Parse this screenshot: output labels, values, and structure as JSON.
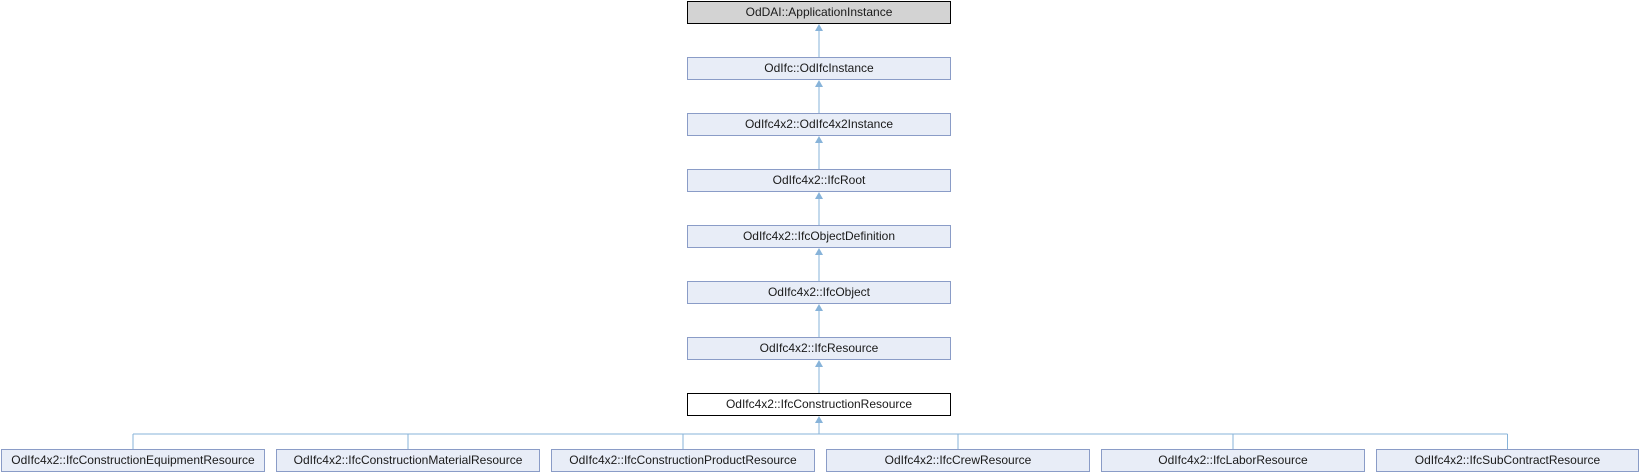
{
  "diagram": {
    "ancestors": [
      "OdDAI::ApplicationInstance",
      "OdIfc::OdIfcInstance",
      "OdIfc4x2::OdIfc4x2Instance",
      "OdIfc4x2::IfcRoot",
      "OdIfc4x2::IfcObjectDefinition",
      "OdIfc4x2::IfcObject",
      "OdIfc4x2::IfcResource"
    ],
    "current": "OdIfc4x2::IfcConstructionResource",
    "children": [
      "OdIfc4x2::IfcConstructionEquipmentResource",
      "OdIfc4x2::IfcConstructionMaterialResource",
      "OdIfc4x2::IfcConstructionProductResource",
      "OdIfc4x2::IfcCrewResource",
      "OdIfc4x2::IfcLaborResource",
      "OdIfc4x2::IfcSubContractResource"
    ],
    "colors": {
      "node_fill": "#e8edf7",
      "node_border": "#8a9cc7",
      "root_fill": "#d3d3d3",
      "current_fill": "#ffffff",
      "edge": "#87b3d9"
    }
  }
}
